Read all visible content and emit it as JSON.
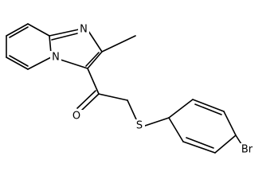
{
  "molecule": {
    "labels": {
      "n_ring": "N",
      "n_bridge": "N",
      "o_carbonyl": "O",
      "s_thioether": "S",
      "br": "Br"
    }
  },
  "colors": {
    "bond": "#000000",
    "text": "#000000",
    "background": "#ffffff"
  }
}
